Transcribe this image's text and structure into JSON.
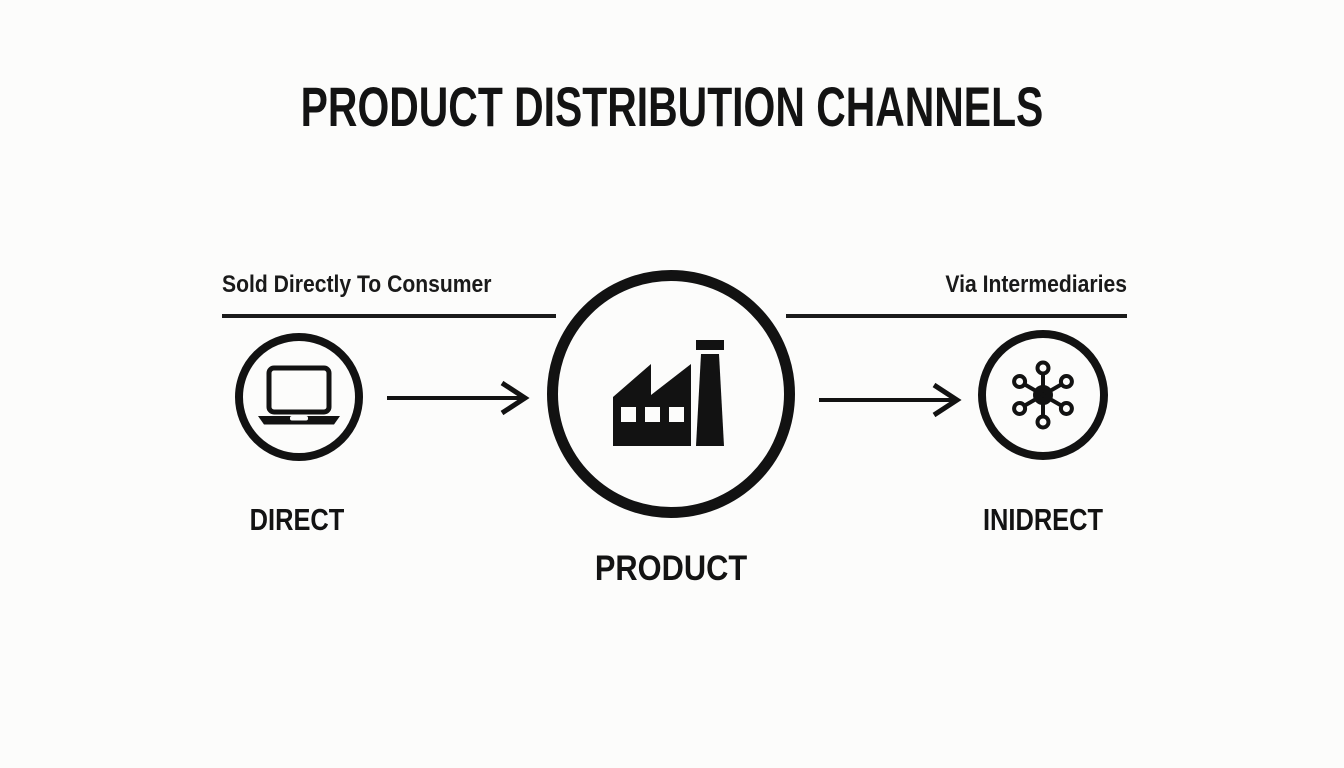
{
  "title": "PRODUCT DISTRIBUTION CHANNELS",
  "colors": {
    "ink": "#121212",
    "background": "#fcfcfb"
  },
  "direct_channel": {
    "caption": "Sold Directly To Consumer",
    "node_label": "DIRECT",
    "icon": "laptop-icon"
  },
  "producer": {
    "node_label": "PRODUCT",
    "icon": "factory-icon"
  },
  "indirect_channel": {
    "caption": "Via Intermediaries",
    "node_label": "INIDRECT",
    "icon": "network-hub-icon"
  }
}
